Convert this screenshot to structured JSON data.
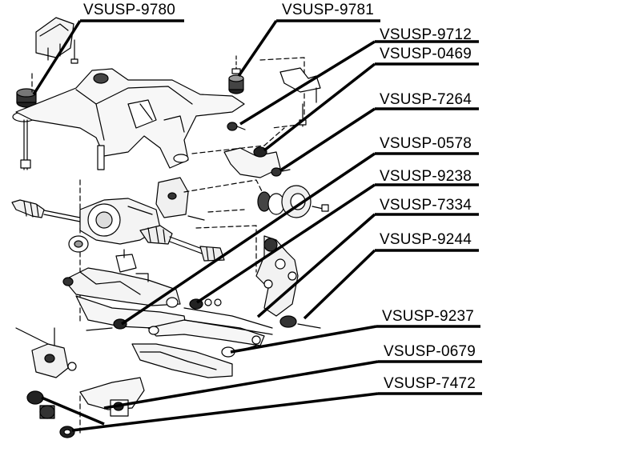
{
  "labels": [
    {
      "id": "9780",
      "text": "VSUSP-9780"
    },
    {
      "id": "9781",
      "text": "VSUSP-9781"
    },
    {
      "id": "9712",
      "text": "VSUSP-9712"
    },
    {
      "id": "0469",
      "text": "VSUSP-0469"
    },
    {
      "id": "7264",
      "text": "VSUSP-7264"
    },
    {
      "id": "0578",
      "text": "VSUSP-0578"
    },
    {
      "id": "9238",
      "text": "VSUSP-9238"
    },
    {
      "id": "7334",
      "text": "VSUSP-7334"
    },
    {
      "id": "9244",
      "text": "VSUSP-9244"
    },
    {
      "id": "9237",
      "text": "VSUSP-9237"
    },
    {
      "id": "0679",
      "text": "VSUSP-0679"
    },
    {
      "id": "7472",
      "text": "VSUSP-7472"
    }
  ]
}
